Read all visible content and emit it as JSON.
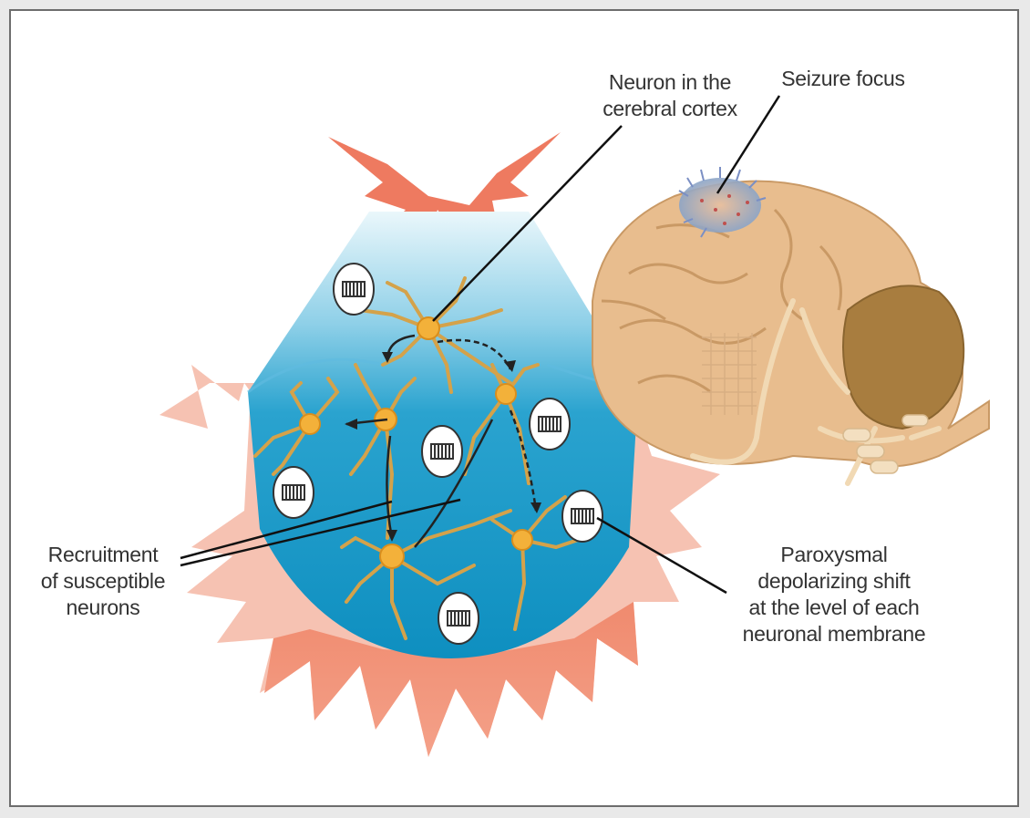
{
  "labels": {
    "neuron_cortex": "Neuron in the\ncerebral cortex",
    "seizure_focus": "Seizure focus",
    "recruitment": "Recruitment\nof susceptible\nneurons",
    "paroxysmal": "Paroxysmal\ndepolarizing shift\nat the level of each\nneuronal membrane"
  },
  "colors": {
    "frame_border": "#6d6d6d",
    "burst": "#ef7e63",
    "burst_light": "#f6b9a6",
    "cortex_blue": "#1596c4",
    "cortex_light": "#d7f0f8",
    "neuron": "#f3b13a",
    "dendrite": "#d9a84a",
    "brain": "#e6b98a",
    "cerebellum": "#a57a3c",
    "text": "#333333"
  }
}
